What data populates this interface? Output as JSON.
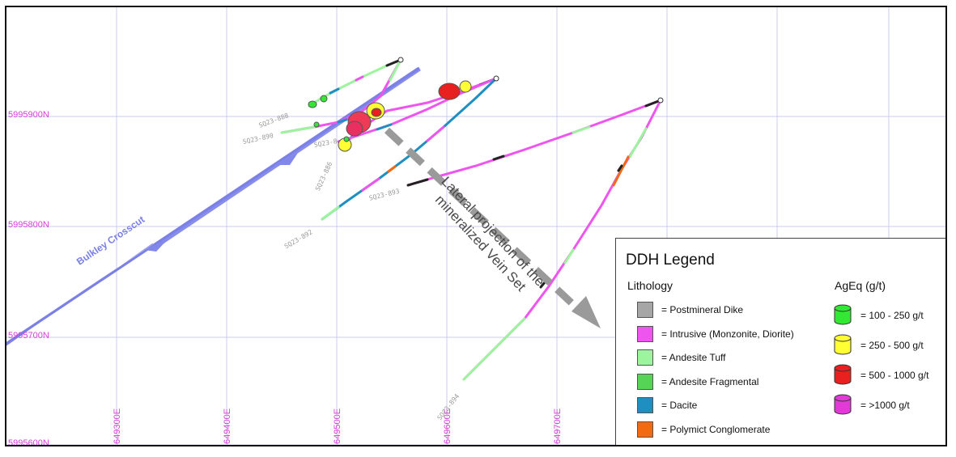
{
  "northings": [
    "5995900N",
    "5995800N",
    "5995700N",
    "5995600N"
  ],
  "eastings": [
    "649300E",
    "649400E",
    "649500E",
    "649600E",
    "649700E"
  ],
  "hole_labels": [
    "SQ23-888",
    "SQ23-890",
    "SQ23-8",
    "SQ23-886",
    "SQ23-893",
    "SQ23-892",
    "SQ23-894"
  ],
  "crosscut_label": "Bulkley Crosscut",
  "projection_label": "Lateral projection of the mineralized Vein Set",
  "legend": {
    "title": "DDH Legend",
    "lithology_header": "Lithology",
    "ageq_header": "AgEq (g/t)",
    "lithology": [
      {
        "label": "= Postmineral Dike",
        "color": "#a6a6a6"
      },
      {
        "label": "= Intrusive (Monzonite, Diorite)",
        "color": "#ee55ee"
      },
      {
        "label": "= Andesite Tuff",
        "color": "#9cf59c"
      },
      {
        "label": "= Andesite Fragmental",
        "color": "#55d455"
      },
      {
        "label": "= Dacite",
        "color": "#1f8fc2"
      },
      {
        "label": "= Polymict Conglomerate",
        "color": "#f26a12"
      }
    ],
    "ageq": [
      {
        "label": "= 100 - 250 g/t",
        "color": "#33e833"
      },
      {
        "label": "= 250 - 500 g/t",
        "color": "#ffff33"
      },
      {
        "label": "= 500 - 1000  g/t",
        "color": "#e82020"
      },
      {
        "label": "= >1000 g/t",
        "color": "#e23ad6"
      }
    ]
  }
}
